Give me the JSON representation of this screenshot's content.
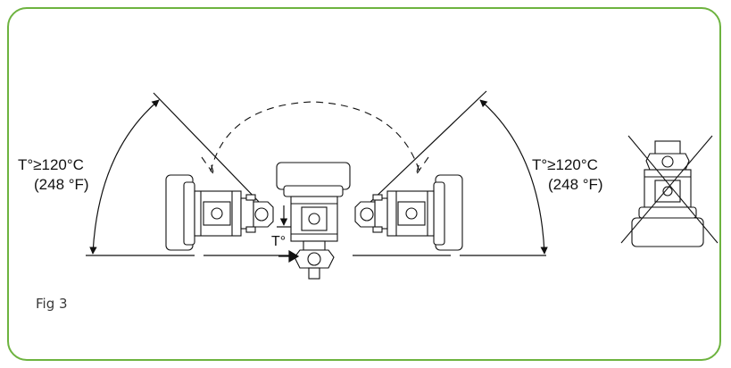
{
  "diagram": {
    "left_temp": "T°≥120°C",
    "left_temp_f": "(248 °F)",
    "right_temp": "T°≥120°C",
    "right_temp_f": "(248 °F)",
    "center_label": "T°",
    "figure_label": "Fig 3"
  },
  "colors": {
    "frame": "#6db33f",
    "line": "#111111"
  }
}
